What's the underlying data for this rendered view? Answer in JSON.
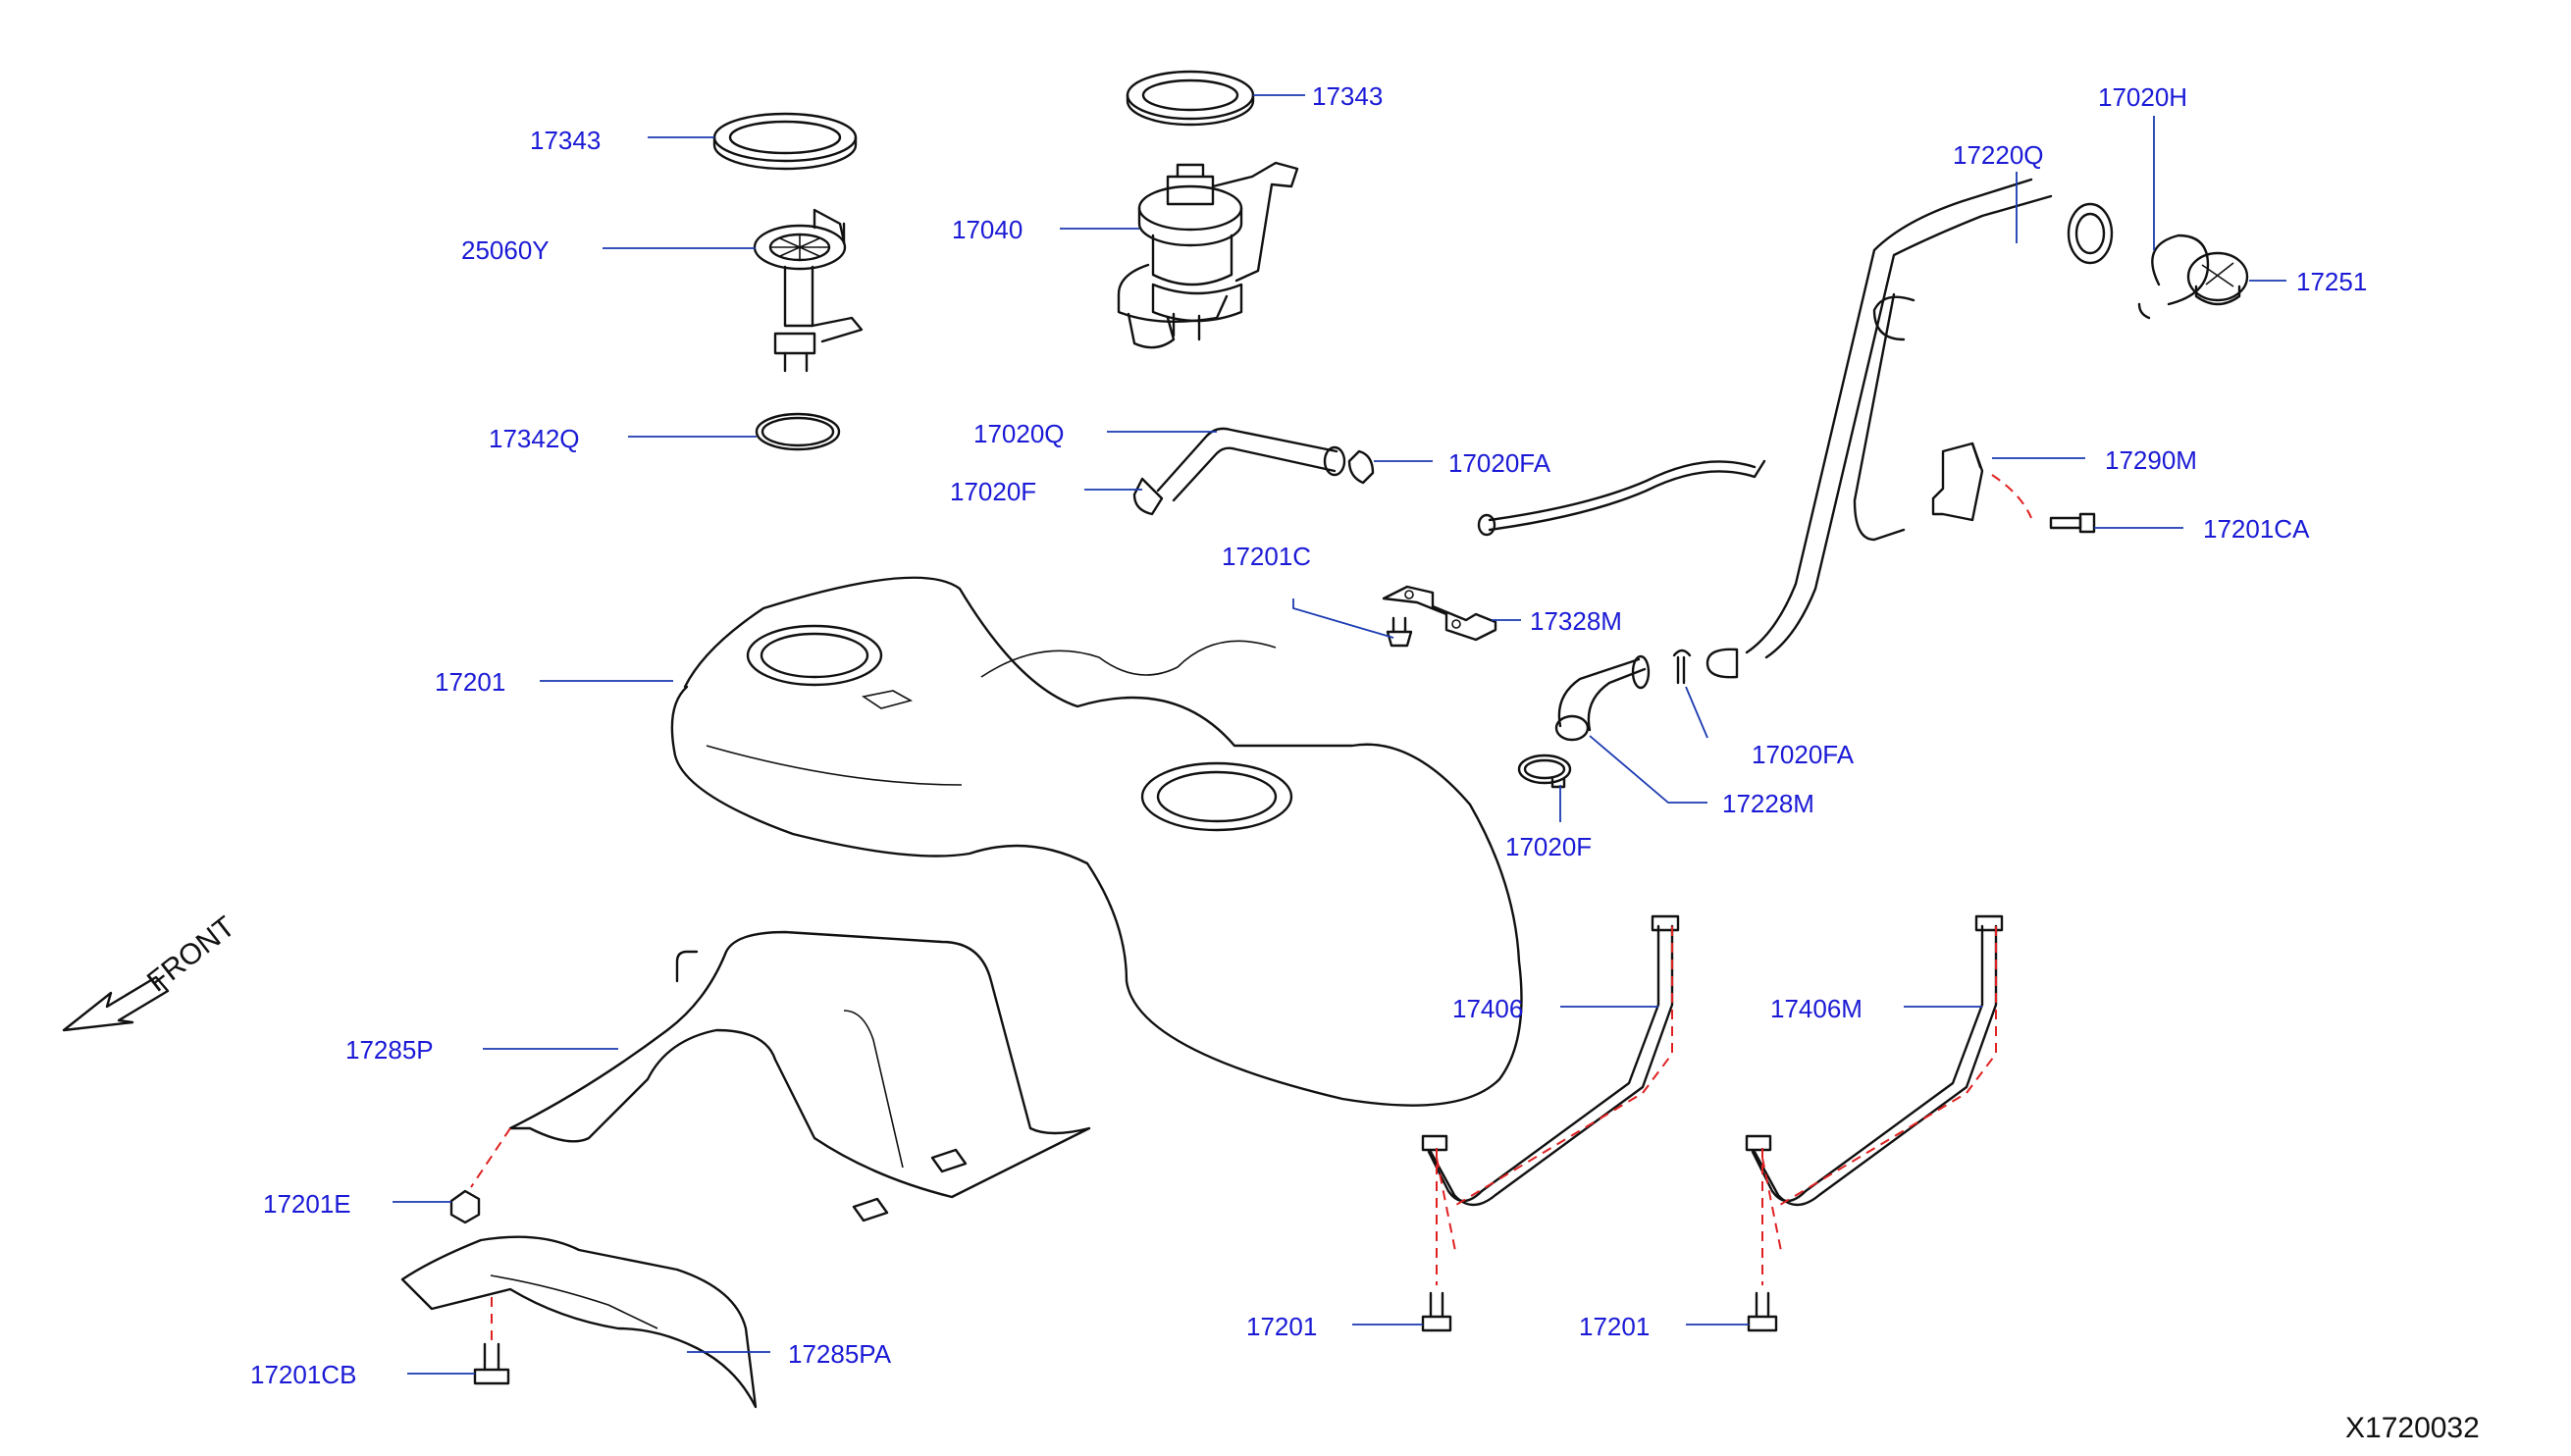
{
  "diagram_id": "X1720032",
  "direction_label": "FRONT",
  "parts": [
    {
      "id": "l01",
      "text": "17343"
    },
    {
      "id": "l02",
      "text": "25060Y"
    },
    {
      "id": "l03",
      "text": "17342Q"
    },
    {
      "id": "l04",
      "text": "17343"
    },
    {
      "id": "l05",
      "text": "17040"
    },
    {
      "id": "l06",
      "text": "17020Q"
    },
    {
      "id": "l07",
      "text": "17020F"
    },
    {
      "id": "l08",
      "text": "17020FA"
    },
    {
      "id": "l09",
      "text": "17201C"
    },
    {
      "id": "l10",
      "text": "17328M"
    },
    {
      "id": "l11",
      "text": "17201"
    },
    {
      "id": "l12",
      "text": "17020H"
    },
    {
      "id": "l13",
      "text": "17220Q"
    },
    {
      "id": "l14",
      "text": "17251"
    },
    {
      "id": "l15",
      "text": "17290M"
    },
    {
      "id": "l16",
      "text": "17201CA"
    },
    {
      "id": "l17",
      "text": "17020FA"
    },
    {
      "id": "l18",
      "text": "17228M"
    },
    {
      "id": "l19",
      "text": "17020F"
    },
    {
      "id": "l20",
      "text": "17285P"
    },
    {
      "id": "l21",
      "text": "17201E"
    },
    {
      "id": "l22",
      "text": "17201CB"
    },
    {
      "id": "l23",
      "text": "17285PA"
    },
    {
      "id": "l24",
      "text": "17406"
    },
    {
      "id": "l25",
      "text": "17406M"
    },
    {
      "id": "l26",
      "text": "17201"
    },
    {
      "id": "l27",
      "text": "17201"
    }
  ]
}
